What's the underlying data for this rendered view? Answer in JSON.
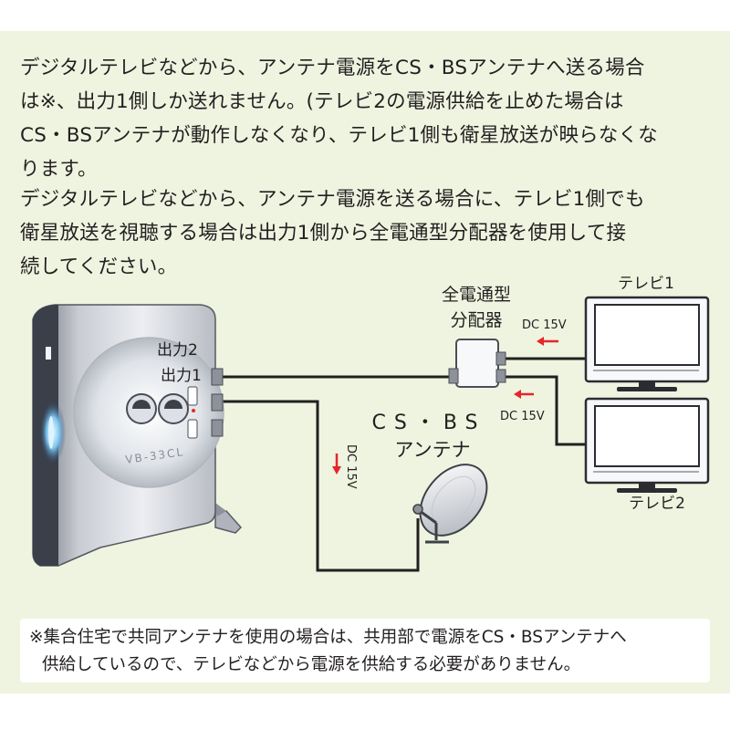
{
  "paragraphs": {
    "p1": [
      "デジタルテレビなどから、アンテナ電源をCS・BSアンテナへ送る場合",
      "は※、出力1側しか送れません。(テレビ2の電源供給を止めた場合は",
      "CS・BSアンテナが動作しなくなり、テレビ1側も衛星放送が映らなくな",
      "ります。"
    ],
    "p2": [
      "デジタルテレビなどから、アンテナ電源を送る場合に、テレビ1側でも",
      "衛星放送を視聴する場合は出力1側から全電通型分配器を使用して接",
      "続してください。"
    ]
  },
  "diagram": {
    "splitter_label_1": "全電通型",
    "splitter_label_2": "分配器",
    "tv1_label": "テレビ1",
    "tv2_label": "テレビ2",
    "out2_label": "出力2",
    "out1_label": "出力1",
    "dc_label": "DC 15V",
    "antenna_label_1": "CS・BS",
    "antenna_label_2": "アンテナ",
    "device_model": "VB-33CL",
    "colors": {
      "arrow": "#e5262a",
      "cable": "#231f20",
      "background": "#eef4e0"
    }
  },
  "note": {
    "line1": "※集合住宅で共同アンテナを使用の場合は、共用部で電源をCS・BSアンテナへ",
    "line2": "供給しているので、テレビなどから電源を供給する必要がありません。"
  }
}
